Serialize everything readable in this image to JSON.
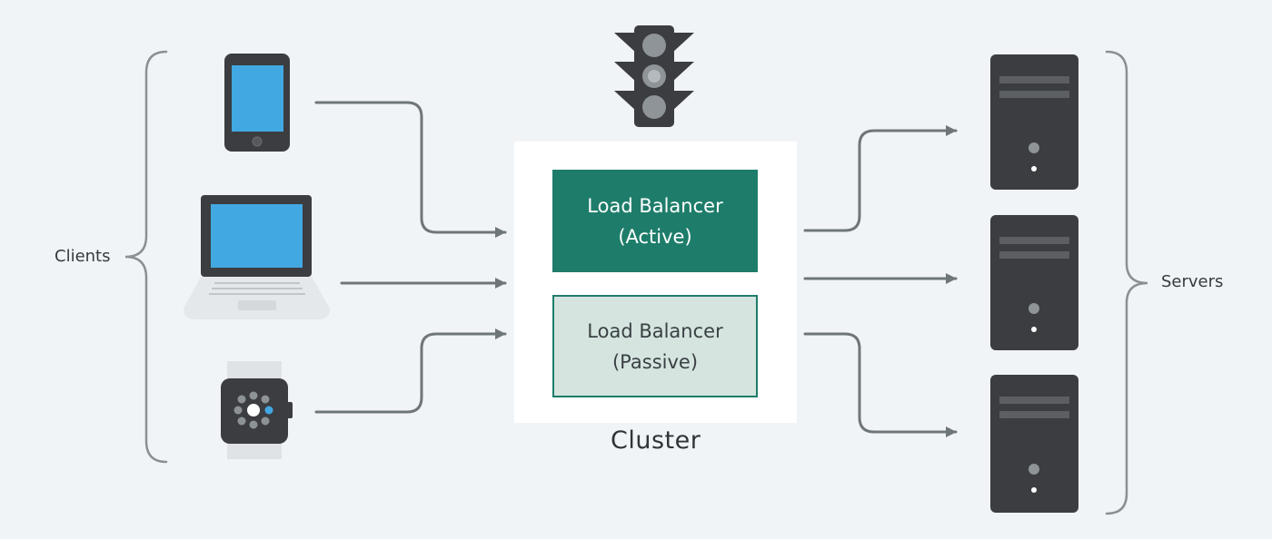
{
  "clients_label": "Clients",
  "servers_label": "Servers",
  "cluster_label": "Cluster",
  "load_balancer_active": {
    "title": "Load Balancer",
    "state": "(Active)"
  },
  "load_balancer_passive": {
    "title": "Load Balancer",
    "state": "(Passive)"
  },
  "icons": {
    "clients": [
      "smartphone-icon",
      "laptop-icon",
      "smartwatch-icon"
    ],
    "servers": [
      "server-icon",
      "server-icon",
      "server-icon"
    ],
    "balancer": "traffic-light-icon"
  },
  "colors": {
    "background": "#f1f4f7",
    "active": "#1e7d6a",
    "passive": "#d5e4df",
    "device_screen": "#42a8e2",
    "device_body": "#3b3d40",
    "arrow": "#6f7679"
  }
}
